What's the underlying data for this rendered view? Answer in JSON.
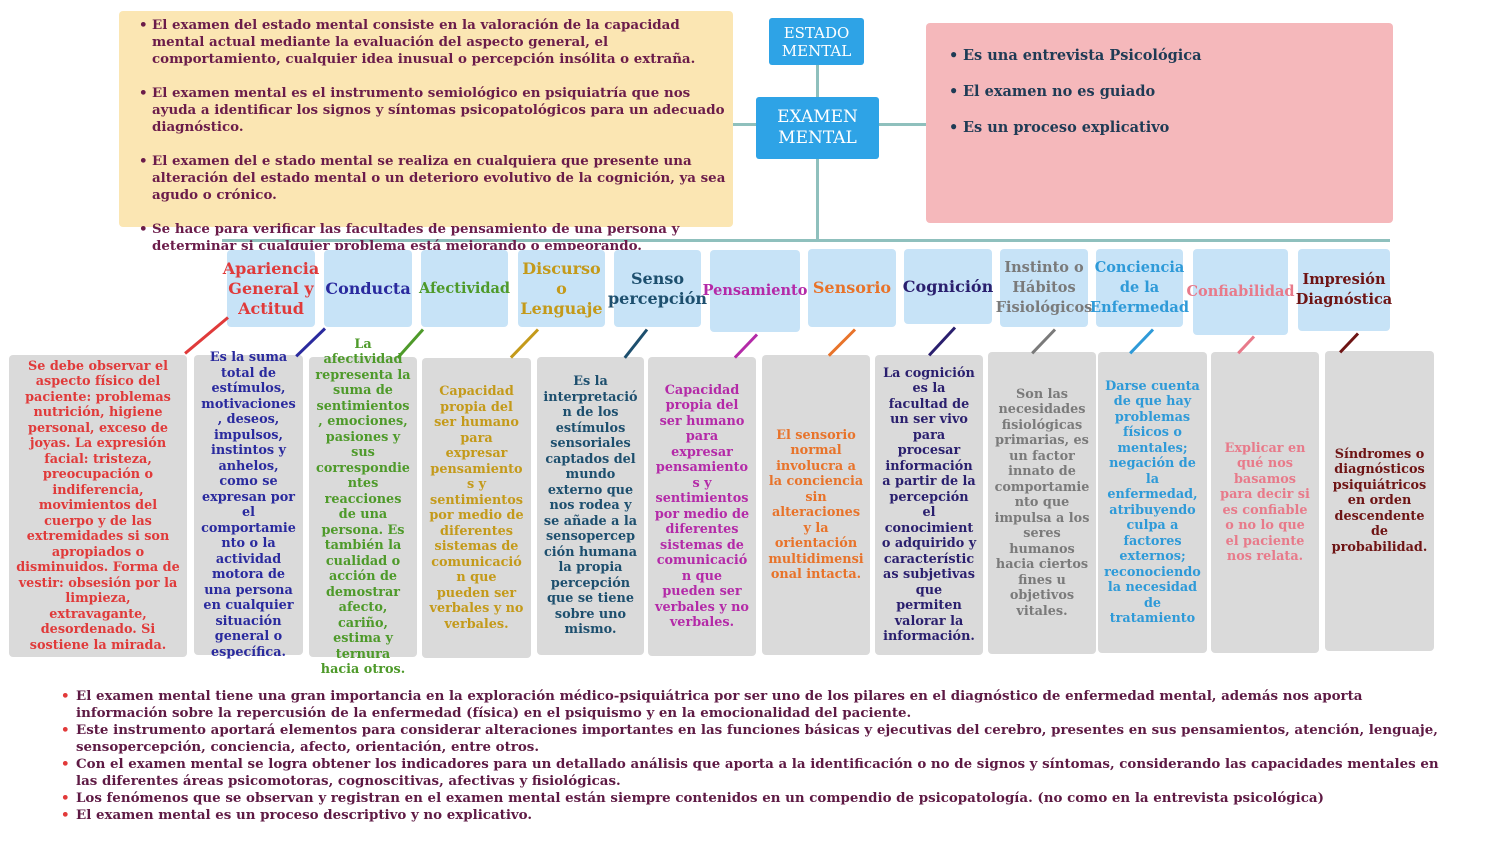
{
  "yellow_box": {
    "items": [
      "El examen del estado mental consiste en la valoración de la capacidad mental actual mediante la evaluación del aspecto general, el comportamiento, cualquier idea inusual o percepción insólita o extraña.",
      "El examen mental es el instrumento semiológico en psiquiatría que nos ayuda a identificar los signos y síntomas psicopatológicos para un adecuado diagnóstico.",
      "El examen del e stado mental se realiza en cualquiera que presente una alteración del estado mental o un deterioro evolutivo de la cognición, ya sea agudo o crónico.",
      "Se hace para verificar las facultades de pensamiento de una persona y determinar si cualquier problema está mejorando o empeorando."
    ]
  },
  "estado_mental_node": "ESTADO MENTAL",
  "examen_mental_node": "EXAMEN MENTAL",
  "pink_box": {
    "items": [
      "Es una entrevista Psicológica",
      "El examen no es guiado",
      "Es un proceso explicativo"
    ]
  },
  "categories": [
    {
      "label": "Apariencia General y Actitud",
      "color": "#e03a3a",
      "description": "Se debe observar el aspecto físico del paciente: problemas nutrición, higiene personal, exceso de joyas. La expresión facial: tristeza, preocupación o indiferencia, movimientos del cuerpo y de las extremidades si son apropiados o disminuidos. Forma de vestir: obsesión por la limpieza, extravagante, desordenado. Si sostiene la mirada."
    },
    {
      "label": "Conducta",
      "color": "#2a2a9e",
      "description": "Es la suma total de estímulos, motivaciones, deseos, impulsos, instintos y anhelos, como se expresan por el comportamiento o la actividad motora de una persona en cualquier situación general o específica."
    },
    {
      "label": "Afectividad",
      "color": "#4e9a2a",
      "description": "La afectividad representa la suma de sentimientos, emociones, pasiones y sus correspondientes reacciones de una persona. Es también la cualidad o acción de demostrar afecto, cariño, estima y ternura hacia otros."
    },
    {
      "label": "Discurso o Lenguaje",
      "color": "#c49a1a",
      "description": "Capacidad propia del ser humano para expresar pensamientos y sentimientos por medio de diferentes sistemas de comunicación que pueden ser verbales y no verbales."
    },
    {
      "label": "Senso percepción",
      "color": "#1d4f6e",
      "description": "Es la interpretación de los estímulos sensoriales captados del mundo externo que nos rodea y se añade a la sensopercepción humana la propia percepción que se tiene sobre uno mismo."
    },
    {
      "label": "Pensamiento",
      "color": "#b42aa8",
      "description": "Capacidad propia del ser humano para expresar pensamientos y sentimientos por medio de diferentes sistemas de comunicación que pueden ser verbales y no verbales."
    },
    {
      "label": "Sensorio",
      "color": "#e8732a",
      "description": "El sensorio normal involucra a la conciencia sin alteraciones y la orientación multidimensional intacta."
    },
    {
      "label": "Cognición",
      "color": "#2a1f6e",
      "description": "La cognición es la facultad de un ser vivo para procesar información a partir de la percepción el conocimiento adquirido y características subjetivas que permiten valorar la información."
    },
    {
      "label": "Instinto o Hábitos Fisiológicos",
      "color": "#7a7a7a",
      "description": "Son las necesidades fisiológicas primarias, es un factor innato de comportamiento que impulsa a los seres humanos hacia ciertos fines u objetivos vitales."
    },
    {
      "label": "Conciencia de la Enfermedad",
      "color": "#2e9ad8",
      "description": "Darse cuenta de que hay problemas físicos o mentales; negación de la enfermedad, atribuyendo culpa a factores externos; reconociendo la necesidad de tratamiento"
    },
    {
      "label": "Confiabilidad",
      "color": "#e87a8a",
      "description": "Explicar en qué nos basamos para decir si es confiable o no lo que el paciente nos relata."
    },
    {
      "label": "Impresión Diagnóstica",
      "color": "#6e1414",
      "description": "Síndromes o diagnósticos psiquiátricos en orden descendente de probabilidad."
    }
  ],
  "bottom_list": [
    "El examen mental tiene una gran importancia en la exploración médico-psiquiátrica por ser uno de los pilares en el diagnóstico de enfermedad mental, además nos aporta información sobre la repercusión de la enfermedad (física) en el psiquismo y en la emocionalidad del paciente.",
    "Este instrumento aportará elementos para considerar alteraciones importantes en las funciones básicas y ejecutivas del cerebro, presentes en sus pensamientos, atención, lenguaje, sensopercepción, conciencia, afecto, orientación, entre otros.",
    "Con el examen mental se logra obtener los indicadores para un detallado análisis que aporta a la identificación o no de signos y síntomas, considerando las capacidades mentales en las diferentes áreas psicomotoras, cognoscitivas, afectivas y fisiológicas.",
    "Los fenómenos que se observan y registran en el examen mental están siempre contenidos en un compendio de psicopatología. (no como en la entrevista psicológica)",
    "El examen mental es un proceso descriptivo y no explicativo."
  ]
}
